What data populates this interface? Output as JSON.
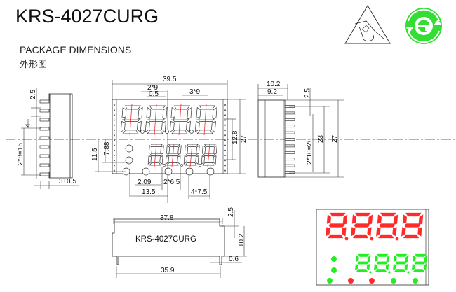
{
  "header": {
    "part_number": "KRS-4027CURG",
    "section_title": "PACKAGE DIMENSIONS",
    "section_title_cn": "外形图"
  },
  "icons": {
    "esd": "esd-warning-icon",
    "rohs": "rohs-environmental-icon"
  },
  "colors": {
    "centerline": "#e53030",
    "segment_red": "#ff2a2a",
    "segment_green": "#22ee22",
    "rohs_green": "#33dd33"
  },
  "side_view_left": {
    "dim_top": "2.5",
    "dim_pitch": "4",
    "dim_pins": "2*8=16",
    "dim_pin_len": "3±0.5"
  },
  "front_view": {
    "width": "39.5",
    "digit_pitch_top": "2*9",
    "gap": "0.5",
    "digit_pitch_top2": "3*9",
    "height_lower": "11.5",
    "height_lower2": "7.88",
    "height_12_8": "12.8",
    "height_total": "27",
    "dim_2_09": "2.09",
    "dim_lower_pitch": "2*6.5",
    "dim_13_5": "13.5",
    "dim_led_pitch": "4*7.5"
  },
  "side_view_right": {
    "dim_10_2": "10.2",
    "dim_9_2": "9.2",
    "dim_top": "2.5",
    "dim_pins": "2*10=20",
    "dim_23": "23",
    "dim_27": "27"
  },
  "bottom_view": {
    "label": "KRS-4027CURG",
    "width_top": "37.8",
    "width_bottom": "35.9",
    "dim_2_5": "2.5",
    "dim_10_2": "10.2",
    "dim_0_6": "0.6"
  },
  "preview": {
    "top_row_digits": "8.8.8.8",
    "top_row_color": "red",
    "bottom_row_digits": "8.8.8.8",
    "bottom_row_color": "green",
    "indicator_leds": [
      "green",
      "red",
      "red",
      "green",
      "green"
    ],
    "side_leds": [
      "green",
      "green"
    ]
  }
}
